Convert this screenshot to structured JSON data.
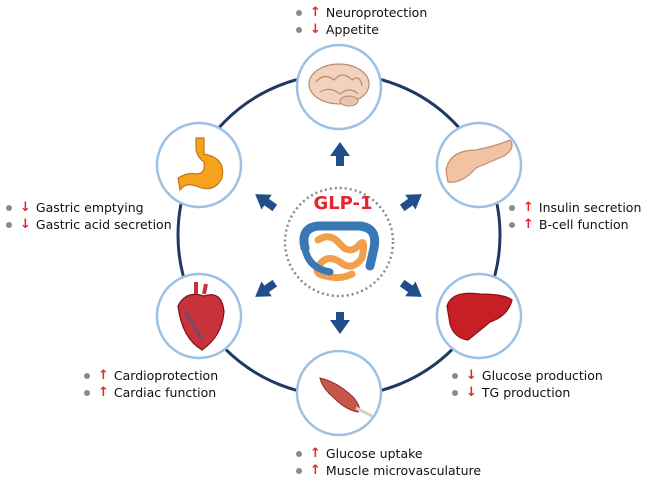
{
  "center": {
    "title": "GLP-1"
  },
  "organs": [
    {
      "id": "brain",
      "effects": [
        {
          "dir": "up",
          "text": "Neuroprotection"
        },
        {
          "dir": "down",
          "text": "Appetite"
        }
      ]
    },
    {
      "id": "pancreas",
      "effects": [
        {
          "dir": "up",
          "text": "Insulin secretion"
        },
        {
          "dir": "up",
          "text": "B-cell function"
        }
      ]
    },
    {
      "id": "liver",
      "effects": [
        {
          "dir": "down",
          "text": "Glucose production"
        },
        {
          "dir": "down",
          "text": "TG production"
        }
      ]
    },
    {
      "id": "muscle",
      "effects": [
        {
          "dir": "up",
          "text": "Glucose uptake"
        },
        {
          "dir": "up",
          "text": "Muscle microvasculature"
        }
      ]
    },
    {
      "id": "heart",
      "effects": [
        {
          "dir": "up",
          "text": "Cardioprotection"
        },
        {
          "dir": "up",
          "text": "Cardiac function"
        }
      ]
    },
    {
      "id": "stomach",
      "effects": [
        {
          "dir": "down",
          "text": "Gastric emptying"
        },
        {
          "dir": "down",
          "text": "Gastric acid secretion"
        }
      ]
    }
  ],
  "colors": {
    "ring": "#1f3a60",
    "node_border": "#9cc1e4",
    "arrow_block": "#1f4e8a",
    "effect_arrow": "#e8232b",
    "title": "#e8232b",
    "bullet": "#8a8a8a"
  },
  "icons": {
    "up": "↑",
    "down": "↓"
  }
}
